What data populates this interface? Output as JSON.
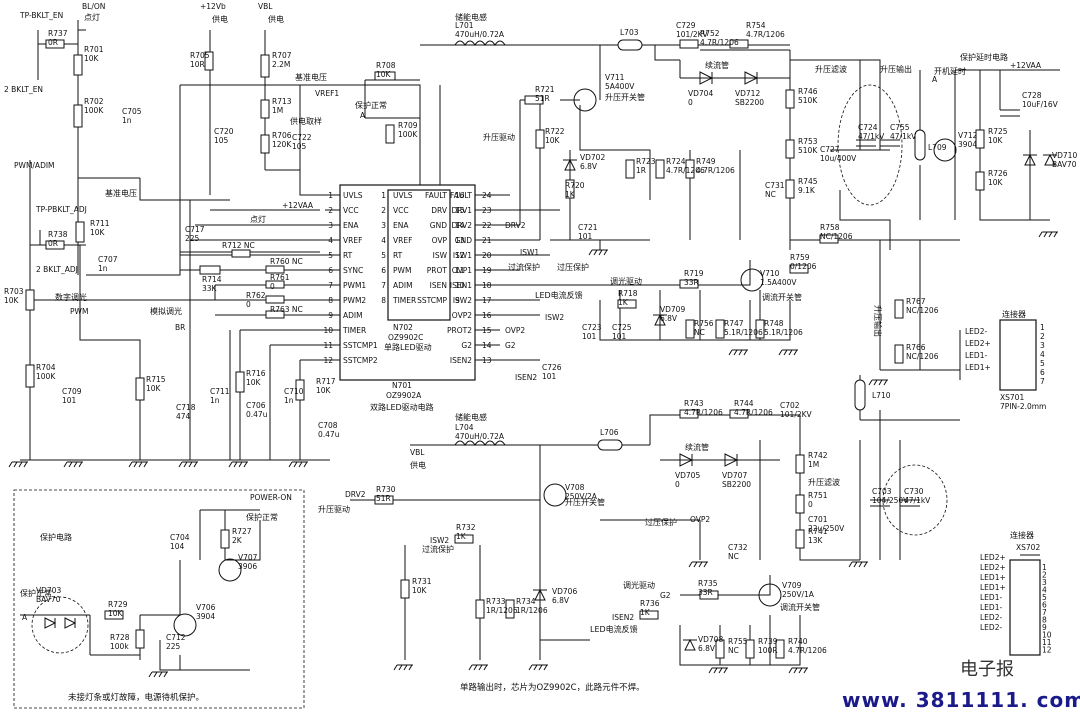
{
  "tp": {
    "bklt_en": "TP-BKLT_EN",
    "bklt_en_pin": "2  BKLT_EN",
    "pwm_adim": "PWM/ADIM",
    "pbklt_adj": "TP-PBKLT_ADJ",
    "bklt_adj_pin": "2  BKLT_ADJ",
    "bl_on": "BL/ON",
    "dian_deng": "点灯",
    "v12vb": "+12Vb",
    "vbl": "VBL",
    "gong_dian": "供电",
    "gong_dian2": "供电",
    "v12vaa": "+12VAA",
    "v12vaa2": "+12VAA",
    "power_on": "POWER-ON"
  },
  "labels": {
    "jizhun_dianya": "基准电压",
    "vref1": "VREF1",
    "jizhun_dianya2": "基准电压",
    "baohu_zhengchang": "保护正常",
    "a": "A",
    "gongdian_quyang": "供电取样",
    "dian_deng2": "点灯",
    "shuzi_tiaoguang": "数字调光",
    "pwm": "PWM",
    "moni_tiaoguang": "模拟调光",
    "br": "BR",
    "chuneng_diangan1": "储能电感",
    "chuneng_diangan2": "储能电感",
    "xuliu_guan1": "续流管",
    "xuliu_guan2": "续流管",
    "shengya_lvbo1": "升压滤波",
    "shengya_shuchu": "升压输出",
    "shengya_lvbo2": "升压滤波",
    "shengya_qudong1": "升压驱动",
    "shengya_qudong2": "升压驱动",
    "shengya_kaiguan1": "升压开关管",
    "shengya_kaiguan2": "升压开关管",
    "guoliu_baohu1": "过流保护",
    "guoya_baohu1": "过压保护",
    "guoliu_baohu2": "过流保护",
    "guoya_baohu2": "过压保护",
    "tiaoguang_qudong1": "调光驱动",
    "tiaoguang_qudong2": "调光驱动",
    "tiaoliu_kaiguan1": "调流开关管",
    "tiaoliu_kaiguan2": "调流开关管",
    "led_fankui1": "LED电流反馈",
    "led_fankui2": "LED电流反馈",
    "baohu_yanshi": "保护延时电路",
    "kaiji_yanshi": "开机延时",
    "shengya_chu": "升压输出",
    "lianjieqi1": "连接器",
    "lianjieqi2": "连接器",
    "baohu_dianlu": "保护电路",
    "baohu_zhengchang2": "保护正常",
    "baohu_zhengchang3": "保护正常",
    "gong_dian3": "供电",
    "vbl2": "VBL",
    "drv2": "DRV2",
    "drv2b": "DRV2",
    "isw1": "ISW1",
    "isw2": "ISW2",
    "isw2b": "ISW2",
    "ovp2": "OVP2",
    "ovp2b": "OVP2",
    "g2": "G2",
    "g2b": "G2",
    "isen2": "ISEN2",
    "isen2b": "ISEN2",
    "protection_note": "未接灯条或灯故障，电源待机保护。",
    "bottom_note": "单路输出时，芯片为OZ9902C，此路元件不焊。",
    "a2": "A",
    "a3": "A"
  },
  "ic": {
    "left_pins": [
      {
        "num": "1",
        "name": "UVLS"
      },
      {
        "num": "2",
        "name": "VCC"
      },
      {
        "num": "3",
        "name": "ENA"
      },
      {
        "num": "4",
        "name": "VREF"
      },
      {
        "num": "5",
        "name": "RT"
      },
      {
        "num": "6",
        "name": "SYNC"
      },
      {
        "num": "7",
        "name": "PWM1"
      },
      {
        "num": "8",
        "name": "PWM2"
      },
      {
        "num": "9",
        "name": "ADIM"
      },
      {
        "num": "10",
        "name": "TIMER"
      },
      {
        "num": "11",
        "name": "SSTCMP1"
      },
      {
        "num": "12",
        "name": "SSTCMP2"
      }
    ],
    "right_pins": [
      {
        "num": "24",
        "name": "FAULT"
      },
      {
        "num": "23",
        "name": "DRV1"
      },
      {
        "num": "22",
        "name": "DRV2"
      },
      {
        "num": "21",
        "name": "GND"
      },
      {
        "num": "20",
        "name": "ISW1"
      },
      {
        "num": "19",
        "name": "OVP1"
      },
      {
        "num": "18",
        "name": "ISEN1"
      },
      {
        "num": "17",
        "name": "ISW2"
      },
      {
        "num": "16",
        "name": "OVP2"
      },
      {
        "num": "15",
        "name": "PROT2"
      },
      {
        "num": "14",
        "name": "G2"
      },
      {
        "num": "13",
        "name": "ISEN2"
      }
    ],
    "sub": [
      {
        "num": "16",
        "name": "FAULT"
      },
      {
        "num": "15",
        "name": "DRV"
      },
      {
        "num": "14",
        "name": "GND"
      },
      {
        "num": "13",
        "name": "OVP"
      },
      {
        "num": "12",
        "name": "ISW"
      },
      {
        "num": "11",
        "name": "PROT"
      },
      {
        "num": "10",
        "name": "ISEN"
      },
      {
        "num": "9",
        "name": "SSTCMP"
      }
    ],
    "sub_left": [
      "UVLS",
      "VCC",
      "ENA",
      "VREF",
      "RT",
      "PWM",
      "ADIM",
      "TIMER"
    ],
    "sub_left_nums": [
      "1",
      "2",
      "3",
      "4",
      "5",
      "6",
      "7",
      "8"
    ],
    "n702": "N702",
    "oz9902c": "OZ9902C",
    "single_drive": "单路LED驱动",
    "n701": "N701",
    "oz9902a": "OZ9902A",
    "dual_drive": "双路LED驱动电路"
  },
  "parts": {
    "R737": [
      "R737",
      "0R"
    ],
    "R701": [
      "R701",
      "10K"
    ],
    "R702": [
      "R702",
      "100K"
    ],
    "C705": [
      "C705",
      "1n"
    ],
    "R705": [
      "R705",
      "10R"
    ],
    "C720": [
      "C720",
      "105"
    ],
    "R707": [
      "R707",
      "2.2M"
    ],
    "R713": [
      "R713",
      "1M"
    ],
    "R706": [
      "R706",
      "120K"
    ],
    "C722": [
      "C722",
      "105"
    ],
    "R708": [
      "R708",
      "10K"
    ],
    "R709": [
      "R709",
      "100K"
    ],
    "R738": [
      "R738",
      "0R"
    ],
    "R711": [
      "R711",
      "10K"
    ],
    "C707": [
      "C707",
      "1n"
    ],
    "C717": [
      "C717",
      "225"
    ],
    "R712": [
      "R712 NC",
      ""
    ],
    "R714": [
      "R714",
      "33K"
    ],
    "R760": [
      "R760 NC",
      ""
    ],
    "R761": [
      "R761",
      "0"
    ],
    "R762": [
      "R762",
      "0"
    ],
    "R763": [
      "R763 NC",
      ""
    ],
    "R703": [
      "R703",
      "10K"
    ],
    "R704": [
      "R704",
      "100K"
    ],
    "C709": [
      "C709",
      "101"
    ],
    "R715": [
      "R715",
      "10K"
    ],
    "C718": [
      "C718",
      "474"
    ],
    "C711": [
      "C711",
      "1n"
    ],
    "R716": [
      "R716",
      "10K"
    ],
    "C706": [
      "C706",
      "0.47u"
    ],
    "C710": [
      "C710",
      "1n"
    ],
    "R717": [
      "R717",
      "10K"
    ],
    "C708": [
      "C708",
      "0.47u"
    ],
    "L701": [
      "L701",
      "470uH/0.72A"
    ],
    "L703": [
      "L703",
      ""
    ],
    "C729": [
      "C729",
      "101/2KV"
    ],
    "R752": [
      "R752",
      "4.7R/1206"
    ],
    "R754": [
      "R754",
      "4.7R/1206"
    ],
    "V711": [
      "V711",
      "5A400V"
    ],
    "R721": [
      "R721",
      "51R"
    ],
    "R722": [
      "R722",
      "10K"
    ],
    "VD704": [
      "VD704",
      "0"
    ],
    "VD712": [
      "VD712",
      "SB2200"
    ],
    "R746": [
      "R746",
      "510K"
    ],
    "R753": [
      "R753",
      "510K"
    ],
    "R745": [
      "R745",
      "9.1K"
    ],
    "C727": [
      "C727",
      "10u/400V"
    ],
    "C724": [
      "C724",
      "47/1kV"
    ],
    "C755": [
      "C755",
      "47/1kV"
    ],
    "C728": [
      "C728",
      "10uF/16V"
    ],
    "V712": [
      "V712",
      "3904"
    ],
    "R725": [
      "R725",
      "10K"
    ],
    "R726": [
      "R726",
      "10K"
    ],
    "VD710": [
      "VD710",
      "BAV70"
    ],
    "L709": [
      "L709",
      ""
    ],
    "VD702": [
      "VD702",
      "6.8V"
    ],
    "R720": [
      "R720",
      "1K"
    ],
    "R723": [
      "R723",
      "1R"
    ],
    "R724": [
      "R724",
      "4.7R/1206"
    ],
    "R749": [
      "R749",
      "4.7R/1206"
    ],
    "C731": [
      "C731",
      "NC"
    ],
    "C721": [
      "C721",
      "101"
    ],
    "R758": [
      "R758",
      "NC/1206"
    ],
    "R759": [
      "R759",
      "0/1206"
    ],
    "R719": [
      "R719",
      "33R"
    ],
    "V710": [
      "V710",
      "1.5A400V"
    ],
    "R718": [
      "R718",
      "1K"
    ],
    "VD709": [
      "VD709",
      "6.8V"
    ],
    "C723": [
      "C723",
      "101"
    ],
    "C725": [
      "C725",
      "101"
    ],
    "R756": [
      "R756",
      "NC"
    ],
    "R747": [
      "R747",
      "5.1R/1206"
    ],
    "R748": [
      "R748",
      "5.1R/1206"
    ],
    "C726": [
      "C726",
      "101"
    ],
    "R767": [
      "R767",
      "NC/1206"
    ],
    "R766": [
      "R766",
      "NC/1206"
    ],
    "XS701": [
      "XS701",
      "7PIN-2.0mm"
    ],
    "L710": [
      "L710",
      ""
    ],
    "R743": [
      "R743",
      "4.7R/1206"
    ],
    "R744": [
      "R744",
      "4.7R/1206"
    ],
    "C702": [
      "C702",
      "101/2KV"
    ],
    "L704": [
      "L704",
      "470uH/0.72A"
    ],
    "L706": [
      "L706",
      ""
    ],
    "VD705": [
      "VD705",
      "0"
    ],
    "VD707": [
      "VD707",
      "SB2200"
    ],
    "R742": [
      "R742",
      "1M"
    ],
    "R751": [
      "R751",
      "0"
    ],
    "C701": [
      "C701",
      "22u/250V"
    ],
    "C703": [
      "C703",
      "104/250V"
    ],
    "C730": [
      "C730",
      "47/1kV"
    ],
    "V708": [
      "V708",
      "250V/2A"
    ],
    "R730": [
      "R730",
      "51R"
    ],
    "R732": [
      "R732",
      "1K"
    ],
    "C732": [
      "C732",
      "NC"
    ],
    "R741": [
      "R741",
      "13K"
    ],
    "R731": [
      "R731",
      "10K"
    ],
    "R733": [
      "R733",
      "1R/1206"
    ],
    "R734": [
      "R734",
      "1R/1206"
    ],
    "VD706": [
      "VD706",
      "6.8V"
    ],
    "R735": [
      "R735",
      "33R"
    ],
    "V709": [
      "V709",
      "250V/1A"
    ],
    "R736": [
      "R736",
      "1K"
    ],
    "VD708": [
      "VD708",
      "6.8V"
    ],
    "R755": [
      "R755",
      "NC"
    ],
    "R739": [
      "R739",
      "100R"
    ],
    "R740": [
      "R740",
      "4.7R/1206"
    ],
    "XS702": [
      "XS702",
      ""
    ],
    "C704": [
      "C704",
      "104"
    ],
    "R727": [
      "R727",
      "2K"
    ],
    "VD703": [
      "VD703",
      "BAV70"
    ],
    "R729": [
      "R729",
      "10K"
    ],
    "R728": [
      "R728",
      "100k"
    ],
    "C712": [
      "C712",
      "225"
    ],
    "V706": [
      "V706",
      "3904"
    ],
    "V707": [
      "V707",
      "3906"
    ]
  },
  "xs701_pins": {
    "nums": [
      "1",
      "2",
      "3",
      "4",
      "5",
      "6",
      "7"
    ],
    "led_labels": [
      "LED2-",
      "LED2+",
      "LED1-",
      "LED1+"
    ]
  },
  "xs702_pins": {
    "nums": [
      "1",
      "2",
      "3",
      "4",
      "5",
      "6",
      "7",
      "8",
      "9",
      "10",
      "11",
      "12"
    ],
    "led_labels": [
      "LED2+",
      "LED2+",
      "LED1+",
      "LED1+",
      "LED1-",
      "LED1-",
      "LED2-",
      "LED2-"
    ]
  },
  "watermark": {
    "site": "www. 3811111. com",
    "brand": "电子报"
  }
}
